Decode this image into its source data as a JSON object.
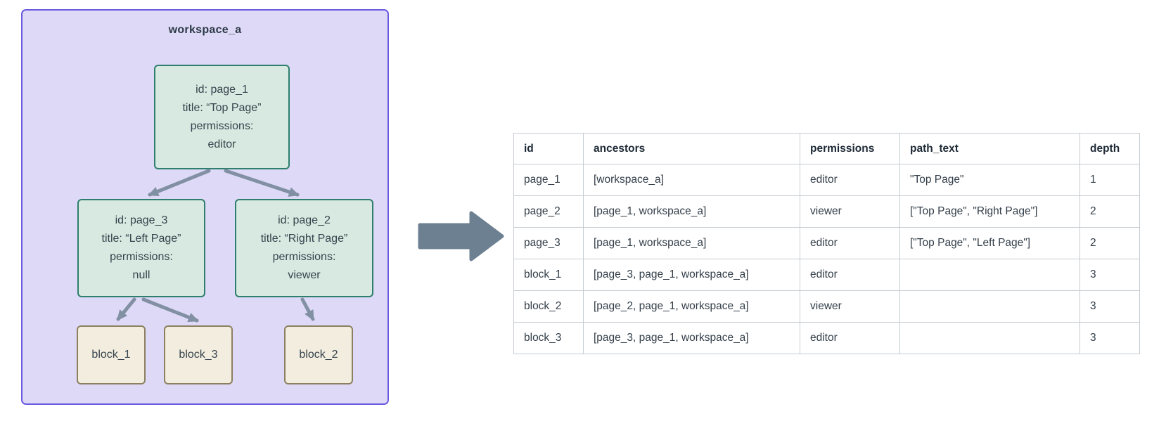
{
  "colors": {
    "workspace_fill": "#ded9f7",
    "workspace_border": "#6a5ae0",
    "page_fill": "#d7e9e0",
    "page_border": "#2e7f6e",
    "block_fill": "#f2edde",
    "block_border": "#8b8060",
    "arrow_color": "#8290a3",
    "big_arrow": "#6d8091",
    "table_border": "#c6ccd2"
  },
  "diagram": {
    "workspace_label": "workspace_a",
    "nodes": {
      "page_1": {
        "lines": [
          "id: page_1",
          "title: “Top Page”",
          "permissions:",
          "editor"
        ]
      },
      "page_3": {
        "lines": [
          "id: page_3",
          "title: “Left Page”",
          "permissions:",
          "null"
        ]
      },
      "page_2": {
        "lines": [
          "id: page_2",
          "title: “Right Page”",
          "permissions:",
          "viewer"
        ]
      },
      "block_1": {
        "label": "block_1"
      },
      "block_3": {
        "label": "block_3"
      },
      "block_2": {
        "label": "block_2"
      }
    }
  },
  "table": {
    "columns": [
      "id",
      "ancestors",
      "permissions",
      "path_text",
      "depth"
    ],
    "rows": [
      {
        "id": "page_1",
        "ancestors": "[workspace_a]",
        "permissions": "editor",
        "path_text": "\"Top Page\"",
        "depth": "1"
      },
      {
        "id": "page_2",
        "ancestors": "[page_1, workspace_a]",
        "permissions": "viewer",
        "path_text": "[\"Top Page\", \"Right Page\"]",
        "depth": "2"
      },
      {
        "id": "page_3",
        "ancestors": "[page_1, workspace_a]",
        "permissions": "editor",
        "path_text": "[\"Top Page\", \"Left Page\"]",
        "depth": "2"
      },
      {
        "id": "block_1",
        "ancestors": "[page_3, page_1, workspace_a]",
        "permissions": "editor",
        "path_text": "",
        "depth": "3"
      },
      {
        "id": "block_2",
        "ancestors": "[page_2, page_1, workspace_a]",
        "permissions": "viewer",
        "path_text": "",
        "depth": "3"
      },
      {
        "id": "block_3",
        "ancestors": "[page_3, page_1, workspace_a]",
        "permissions": "editor",
        "path_text": "",
        "depth": "3"
      }
    ]
  }
}
